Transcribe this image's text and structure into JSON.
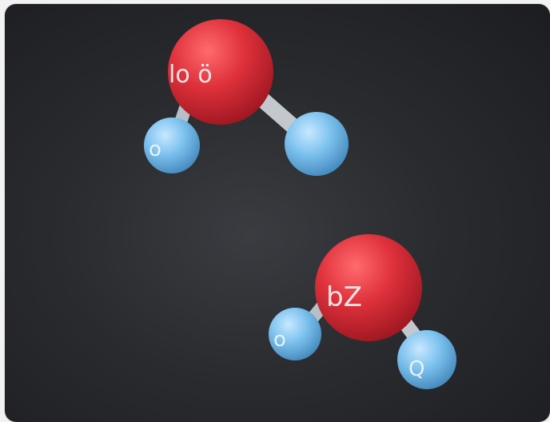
{
  "scene": {
    "background_color": "#2a2b2f",
    "oxygen_color": "#e0323c",
    "hydrogen_color": "#7ec3ef",
    "bond_color": "#b9bfc6"
  },
  "molecules": [
    {
      "oxygen_label": "lo ö",
      "hydrogen_left_label": "o",
      "hydrogen_right_label": ""
    },
    {
      "oxygen_label": "bZ",
      "hydrogen_left_label": "o",
      "hydrogen_right_label": "Q"
    }
  ]
}
